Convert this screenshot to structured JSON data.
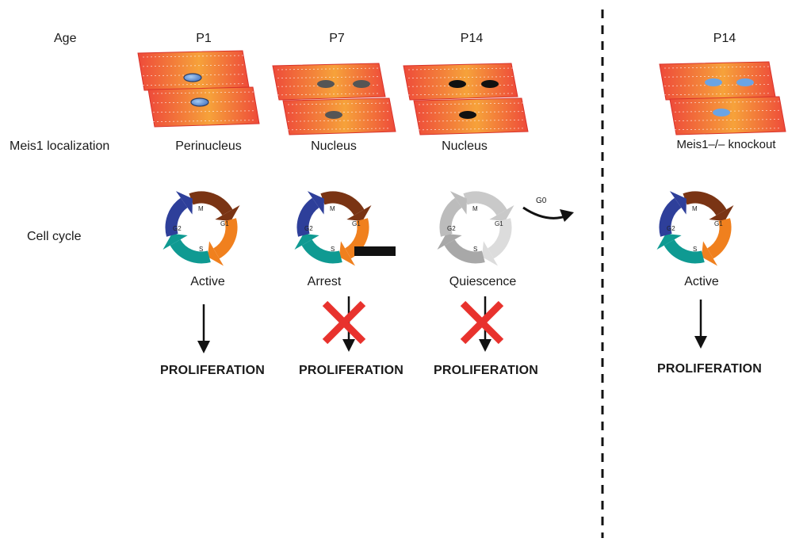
{
  "row_labels": {
    "age": "Age",
    "localization": "Meis1 localization",
    "cell_cycle": "Cell cycle"
  },
  "columns": [
    {
      "age": "P1",
      "localization": "Perinucleus",
      "state": "Active",
      "outcome": "PROLIFERATION",
      "blocked": false
    },
    {
      "age": "P7",
      "localization": "Nucleus",
      "state": "Arrest",
      "outcome": "PROLIFERATION",
      "blocked": true
    },
    {
      "age": "P14",
      "localization": "Nucleus",
      "state": "Quiescence",
      "outcome": "PROLIFERATION",
      "blocked": true
    },
    {
      "age": "P14",
      "localization": "Meis1–/– knockout",
      "state": "Active",
      "outcome": "PROLIFERATION",
      "blocked": false
    }
  ],
  "phases": {
    "m": "M",
    "g1": "G1",
    "s": "S",
    "g2": "G2",
    "g0": "G0"
  },
  "colors": {
    "m_phase": "#7a3414",
    "g1_phase": "#f0801e",
    "s_phase": "#0f9a92",
    "g2_phase": "#2e3f9a",
    "cell_fill": "#f05a3c",
    "cell_highlight": "#f7a634",
    "nucleus_blue": "#5a8fd6",
    "nucleus_grey": "#555555",
    "nucleus_black": "#111111",
    "cross": "#e8322d",
    "quiescent_grey": "#bfbfbf"
  }
}
